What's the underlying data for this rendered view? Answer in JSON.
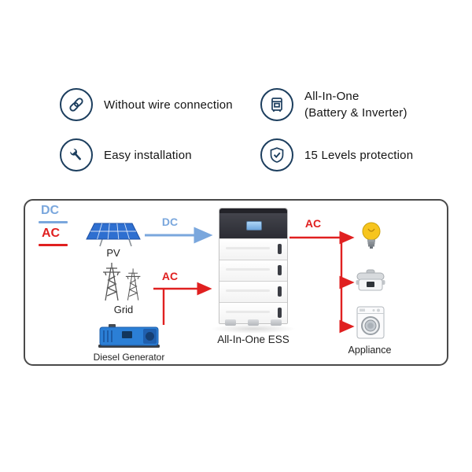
{
  "features": {
    "items": [
      {
        "label": "Without wire connection"
      },
      {
        "line1": "All-In-One",
        "line2": "(Battery & Inverter)"
      },
      {
        "label": "Easy installation"
      },
      {
        "label": "15 Levels protection"
      }
    ]
  },
  "diagram": {
    "legend": {
      "dc": "DC",
      "ac": "AC"
    },
    "labels": {
      "pv": "PV",
      "grid": "Grid",
      "generator": "Diesel Generator",
      "ess": "All-In-One ESS",
      "appliance": "Appliance"
    },
    "flows": {
      "pv_to_ess": "DC",
      "grid_to_ess": "AC",
      "ess_to_appliance": "AC"
    }
  },
  "colors": {
    "dc_blue": "#7aa7dd",
    "ac_red": "#e02020",
    "icon_navy": "#1c3e5e"
  }
}
